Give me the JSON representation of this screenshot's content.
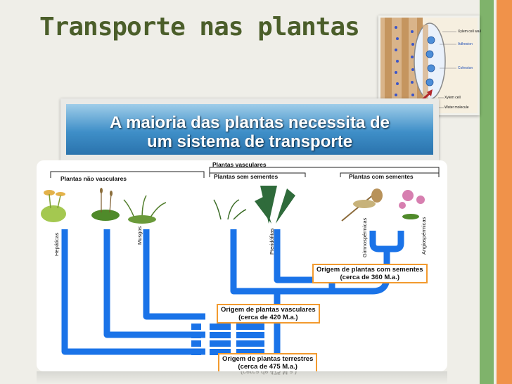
{
  "title": "Transporte nas plantas",
  "xylem_labels": [
    "Xylem cell wall",
    "Adhesion",
    "Cohesion",
    "Xylem cell",
    "Water molecule"
  ],
  "banner": {
    "line1": "A maioria das plantas necessita de",
    "line2": "um sistema de transporte"
  },
  "diagram": {
    "group_vascular": "Plantas vasculares",
    "group_nonvascular": "Plantas não vasculares",
    "group_seedless": "Plantas sem sementes",
    "group_seed": "Plantas com sementes",
    "taxa": [
      "Hepáticas",
      "Musgos",
      "Pteridófitas",
      "Gimnospérmicas",
      "Angiospérmicas"
    ],
    "origin_seeds": {
      "line1": "Origem de plantas com sementes",
      "line2": "(cerca de 360 M.a.)"
    },
    "origin_vascular": {
      "line1": "Origem de plantas vasculares",
      "line2": "(cerca de 420 M.a.)"
    },
    "origin_terrestrial": {
      "line1": "Origem de plantas terrestres",
      "line2": "(cerca de 475 M.a.)"
    }
  },
  "colors": {
    "pipe": "#1a73e8",
    "box_border": "#f29a2e",
    "title": "#4b5e2a",
    "stripe_green": "#7fb36b",
    "stripe_orange": "#f0924a"
  }
}
